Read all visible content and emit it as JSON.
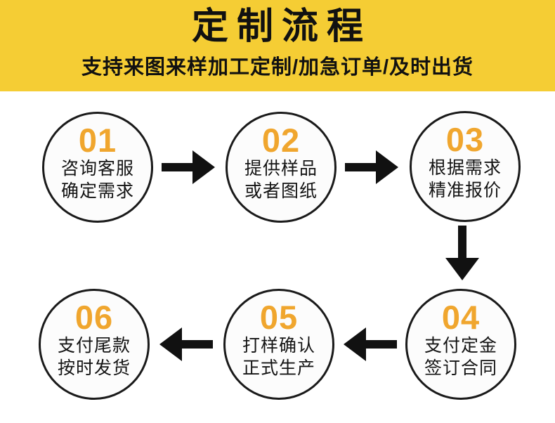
{
  "header": {
    "title": "定制流程",
    "subtitle": "支持来图来样加工定制/加急订单/及时出货"
  },
  "steps": [
    {
      "number": "01",
      "line1": "咨询客服",
      "line2": "确定需求"
    },
    {
      "number": "02",
      "line1": "提供样品",
      "line2": "或者图纸"
    },
    {
      "number": "03",
      "line1": "根据需求",
      "line2": "精准报价"
    },
    {
      "number": "04",
      "line1": "支付定金",
      "line2": "签订合同"
    },
    {
      "number": "05",
      "line1": "打样确认",
      "line2": "正式生产"
    },
    {
      "number": "06",
      "line1": "支付尾款",
      "line2": "按时发货"
    }
  ],
  "arrows": [
    {
      "direction": "right",
      "from": "01",
      "to": "02"
    },
    {
      "direction": "right",
      "from": "02",
      "to": "03"
    },
    {
      "direction": "down",
      "from": "03",
      "to": "04"
    },
    {
      "direction": "left",
      "from": "04",
      "to": "05"
    },
    {
      "direction": "left",
      "from": "05",
      "to": "06"
    }
  ],
  "colors": {
    "banner_background": "#F5CD34",
    "step_number": "#F0A62E",
    "circle_border": "#1A1A1A",
    "circle_fill": "#FCFCFC",
    "arrow": "#111111",
    "text": "#111111"
  }
}
